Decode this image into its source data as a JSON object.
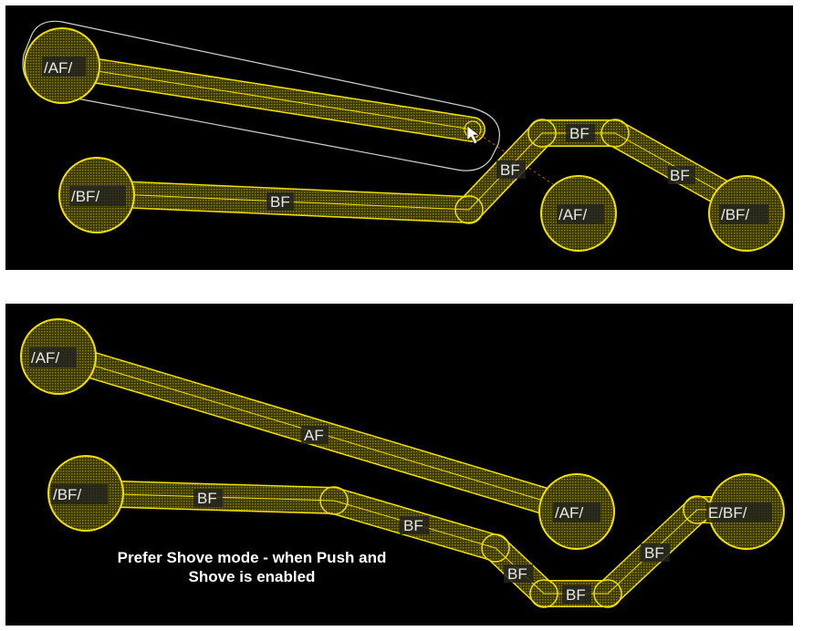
{
  "colors": {
    "background": "#000000",
    "trace_fill": "#5e5800",
    "trace_outline": "#f0e000",
    "label_text": "#e8e8e8",
    "label_bg": "#222222",
    "selection_outline": "#d0d0d0",
    "ratsnest": "#c05020"
  },
  "top_panel": {
    "pads": {
      "af_left": "/AF/",
      "bf_left": "/BF/",
      "af_mid": "/AF/",
      "bf_right": "/BF/"
    },
    "traces": {
      "bf_long": "BF",
      "bf_diag": "BF",
      "bf_top": "BF",
      "bf_right_diag": "BF"
    }
  },
  "bottom_panel": {
    "pads": {
      "af_left": "/AF/",
      "bf_left": "/BF/",
      "af_right": "/AF/",
      "ebf_right": "E/BF/"
    },
    "traces": {
      "af_long": "AF",
      "bf_1": "BF",
      "bf_2": "BF",
      "bf_3": "BF",
      "bf_bottom": "BF",
      "bf_rise": "BF"
    },
    "caption_line1": "Prefer Shove mode - when Push and",
    "caption_line2": "Shove is enabled"
  }
}
